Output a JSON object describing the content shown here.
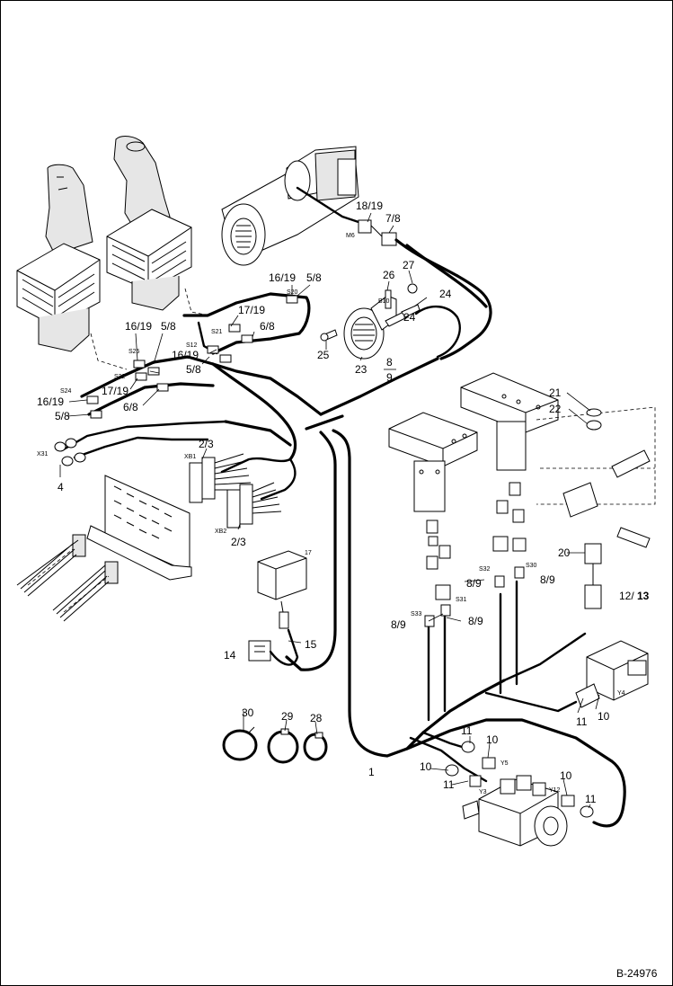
{
  "document_number": "B-24976",
  "callouts": {
    "c_18_19": "18/19",
    "c_7_8": "7/8",
    "c_m6": "M6",
    "c_16_19_a": "16/19",
    "c_5_8_a": "5/8",
    "c_s20": "S20",
    "c_17_19_a": "17/19",
    "c_6_8_a": "6/8",
    "c_s21": "S21",
    "c_s12": "S12",
    "c_16_19_b": "16/19",
    "c_5_8_b": "5/8",
    "c_16_19_c": "16/19",
    "c_5_8_c": "5/8",
    "c_s25": "S25",
    "c_s22": "S22",
    "c_17_19_b": "17/19",
    "c_6_8_b": "6/8",
    "c_s24": "S24",
    "c_16_19_d": "16/19",
    "c_5_8_d": "5/8",
    "c_x31": "X31",
    "c_4": "4",
    "c_26": "26",
    "c_27": "27",
    "c_24_a": "24",
    "c_b10": "B10",
    "c_24_b": "24",
    "c_25": "25",
    "c_23": "23",
    "c_8": "8",
    "c_9": "9",
    "c_21": "21",
    "c_22": "22",
    "c_2_3_a": "2/3",
    "c_xb1": "XB1",
    "c_xb2": "XB2",
    "c_2_3_b": "2/3",
    "c_s32": "S32",
    "c_s30": "S30",
    "c_20": "20",
    "c_8_9_a": "8/9",
    "c_8_9_b": "8/9",
    "c_s31": "S31",
    "c_s33": "S33",
    "c_8_9_c": "8/9",
    "c_8_9_d": "8/9",
    "c_12_13_a": "12/",
    "c_12_13_b": "13",
    "c_17": "17",
    "c_14": "14",
    "c_15": "15",
    "c_y4": "Y4",
    "c_11_a": "11",
    "c_10_a": "10",
    "c_30": "30",
    "c_29": "29",
    "c_28": "28",
    "c_11_b": "11",
    "c_10_b": "10",
    "c_y5": "Y5",
    "c_1": "1",
    "c_10_c": "10",
    "c_11_c": "11",
    "c_y3": "Y3",
    "c_10_d": "10",
    "c_y12": "Y12",
    "c_11_d": "11"
  }
}
